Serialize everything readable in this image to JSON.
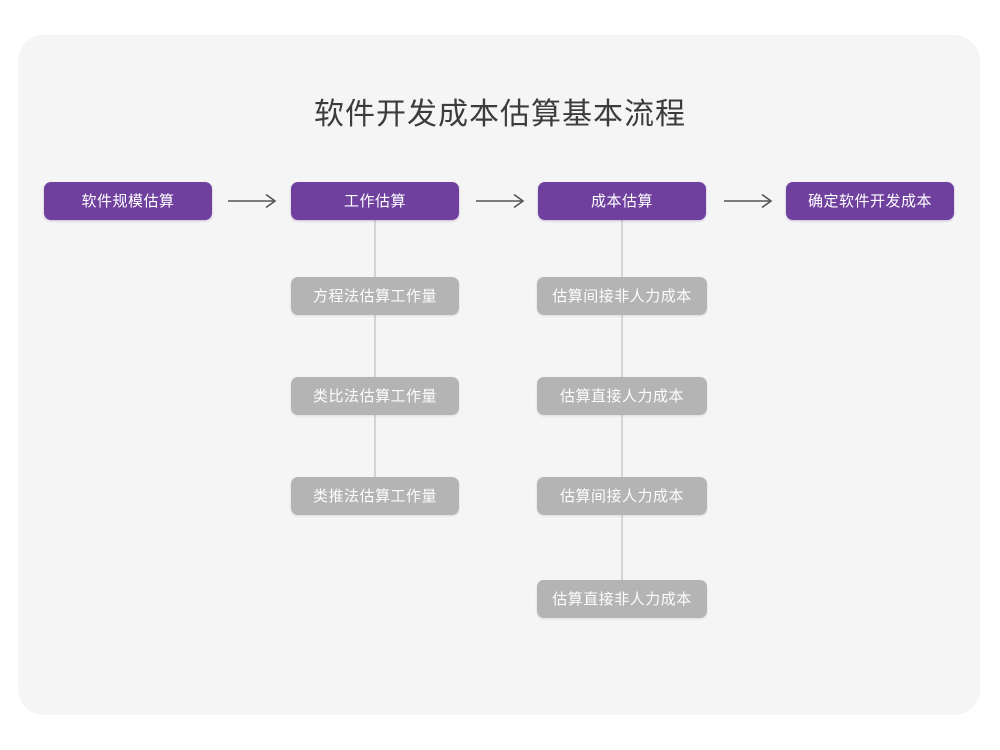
{
  "title": "软件开发成本估算基本流程",
  "colors": {
    "background": "#ffffff",
    "card": "#f5f5f5",
    "primary_node": "#70409f",
    "secondary_node": "#b4b4b4",
    "connector": "#d4d4d4",
    "arrow": "#555555",
    "title_text": "#3c3c3c",
    "node_text": "#ffffff"
  },
  "flow": {
    "stages": [
      {
        "label": "软件规模估算",
        "substeps": []
      },
      {
        "label": "工作估算",
        "substeps": [
          "方程法估算工作量",
          "类比法估算工作量",
          "类推法估算工作量"
        ]
      },
      {
        "label": "成本估算",
        "substeps": [
          "估算间接非人力成本",
          "估算直接人力成本",
          "估算间接人力成本",
          "估算直接非人力成本"
        ]
      },
      {
        "label": "确定软件开发成本",
        "substeps": []
      }
    ],
    "connectors": [
      {
        "name": "arrow-stage1-stage2",
        "glyph": "right-arrow"
      },
      {
        "name": "arrow-stage2-stage3",
        "glyph": "right-arrow"
      },
      {
        "name": "arrow-stage3-stage4",
        "glyph": "right-arrow"
      }
    ]
  }
}
